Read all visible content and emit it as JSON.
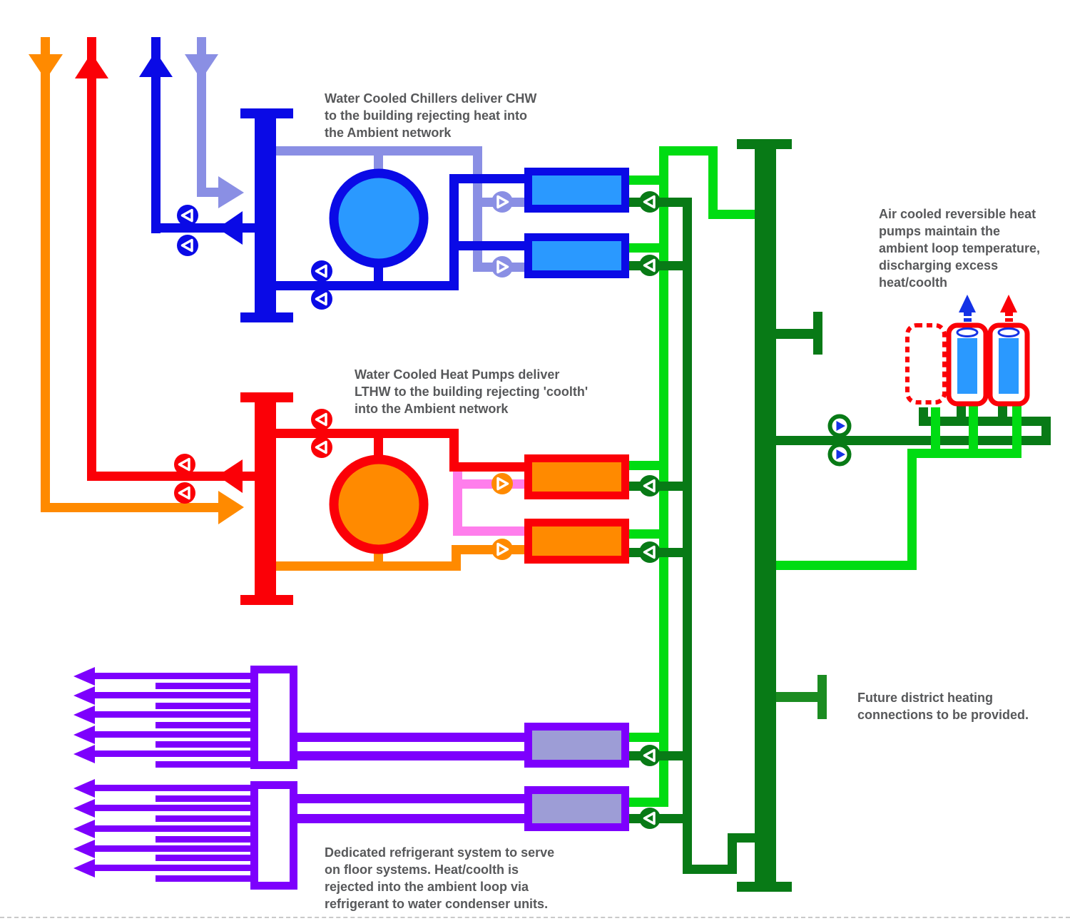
{
  "annotations": {
    "chillers": "Water Cooled Chillers deliver CHW\nto the building rejecting heat into\nthe Ambient network",
    "heat_pumps": "Water Cooled Heat Pumps deliver\nLTHW to the building rejecting 'coolth'\ninto the Ambient network",
    "air_source": "Air cooled reversible heat\npumps maintain the\nambient loop temperature,\ndischarging excess\nheat/coolth",
    "future_dh": "Future district heating\nconnections to be provided.",
    "refrigerant": "Dedicated refrigerant system to serve\non floor systems. Heat/coolth is\nrejected into the ambient loop via\nrefrigerant to water condenser units."
  },
  "colors": {
    "orange": "#FF8A00",
    "red": "#FB0007",
    "blue": "#0A0AE6",
    "peri": "#8A8FE4",
    "sky": "#2A99FF",
    "green": "#00DC12",
    "dgreen": "#087A16",
    "mgreen": "#1B8C21",
    "purple": "#7D00FD",
    "lav": "#9D9DD6",
    "pink": "#FF7EEC",
    "text": "#57585A",
    "dash": "#C9C9C9"
  }
}
